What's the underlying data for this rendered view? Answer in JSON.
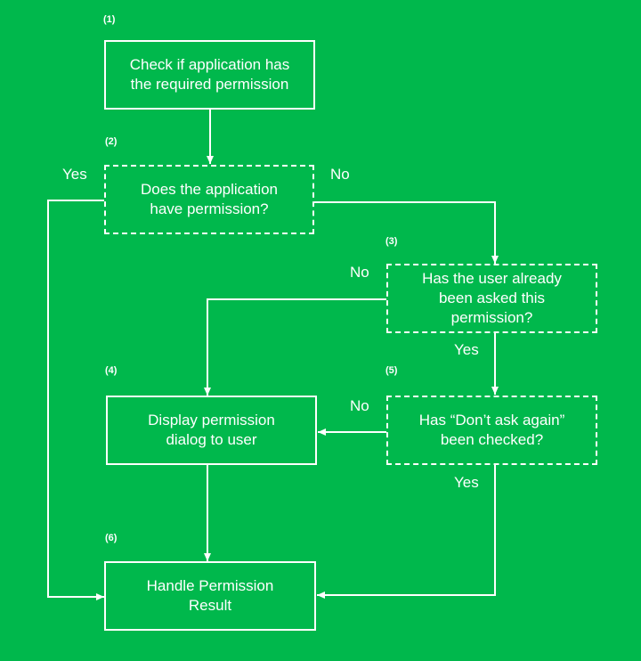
{
  "nodes": {
    "n1": {
      "step": "(1)",
      "line1": "Check if application has",
      "line2": "the required permission"
    },
    "n2": {
      "step": "(2)",
      "line1": "Does the application",
      "line2": "have permission?"
    },
    "n3": {
      "step": "(3)",
      "line1": "Has the user already",
      "line2": "been asked this permission?"
    },
    "n4": {
      "step": "(4)",
      "line1": "Display permission",
      "line2": "dialog to user"
    },
    "n5": {
      "step": "(5)",
      "line1": "Has “Don’t ask again”",
      "line2": "been checked?"
    },
    "n6": {
      "step": "(6)",
      "line1": "Handle Permission",
      "line2": "Result"
    }
  },
  "branches": {
    "n2_yes": "Yes",
    "n2_no": "No",
    "n3_no": "No",
    "n3_yes": "Yes",
    "n5_no": "No",
    "n5_yes": "Yes"
  },
  "colors": {
    "background": "#00b84c",
    "foreground": "#ffffff"
  }
}
